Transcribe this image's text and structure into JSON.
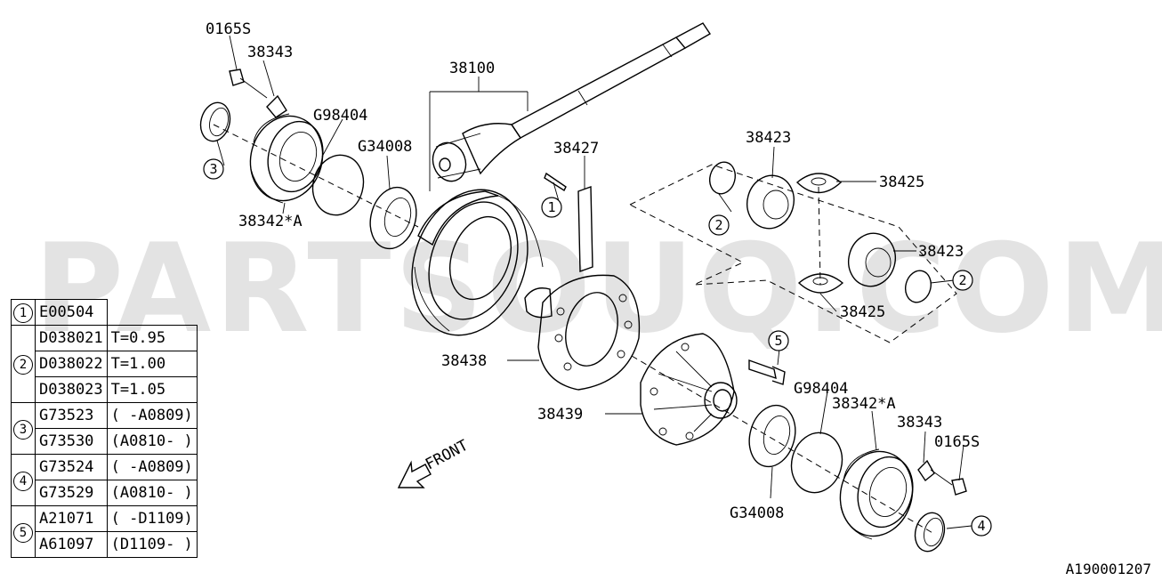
{
  "watermark": "PARTSOUQ.COM",
  "diagram_code": "A190001207",
  "front_label": "FRONT",
  "callouts": {
    "c1": "1",
    "c2": "2",
    "c3": "3",
    "c4": "4",
    "c5": "5"
  },
  "labels": {
    "p0165s_top": "0165S",
    "p38343_top": "38343",
    "p38100": "38100",
    "pG98404_top": "G98404",
    "pG34008_top": "G34008",
    "p38427": "38427",
    "p38423_top": "38423",
    "p38425_top": "38425",
    "p38342_top": "38342*A",
    "p38423_right": "38423",
    "p38425_bottom": "38425",
    "p38438": "38438",
    "p38439": "38439",
    "pG98404_bottom": "G98404",
    "p38342_bottom": "38342*A",
    "p38343_bottom": "38343",
    "p0165s_bottom": "0165S",
    "pG34008_bottom": "G34008"
  },
  "legend": {
    "rows": [
      {
        "ref": "1",
        "code": "E00504",
        "note": ""
      },
      {
        "ref": "2",
        "code": "D038021",
        "note": "T=0.95"
      },
      {
        "ref": "2",
        "code": "D038022",
        "note": "T=1.00"
      },
      {
        "ref": "2",
        "code": "D038023",
        "note": "T=1.05"
      },
      {
        "ref": "3",
        "code": "G73523",
        "note": "( -A0809)"
      },
      {
        "ref": "3",
        "code": "G73530",
        "note": "(A0810- )"
      },
      {
        "ref": "4",
        "code": "G73524",
        "note": "( -A0809)"
      },
      {
        "ref": "4",
        "code": "G73529",
        "note": "(A0810- )"
      },
      {
        "ref": "5",
        "code": "A21071",
        "note": "( -D1109)"
      },
      {
        "ref": "5",
        "code": "A61097",
        "note": "(D1109- )"
      }
    ]
  }
}
